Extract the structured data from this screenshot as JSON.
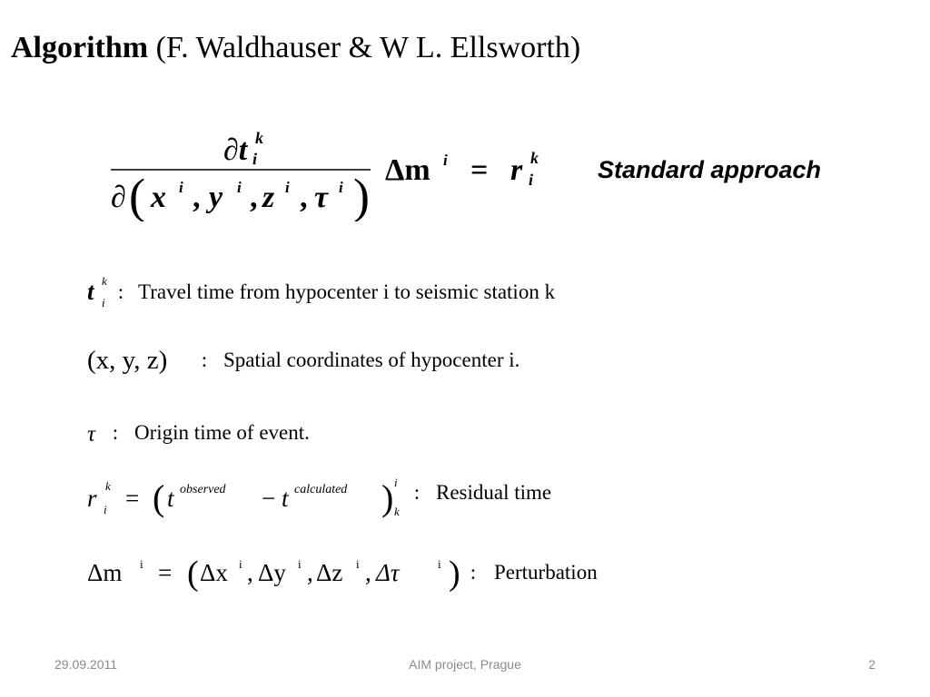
{
  "title": {
    "bold": "Algorithm",
    "rest": " (F. Waldhauser & W L. Ellsworth)"
  },
  "main_equation": {
    "numerator": "∂t",
    "num_sup": "k",
    "num_sub": "i",
    "partial": "∂",
    "x": "x",
    "y": "y",
    "z": "z",
    "tau": "τ",
    "i_sup": "i",
    "comma": ",",
    "delta_m": "Δm",
    "equals": "=",
    "r": "r",
    "r_sup": "k",
    "r_sub": "i",
    "label": "Standard approach"
  },
  "definitions": {
    "travel_time": {
      "sym": "t",
      "sup": "k",
      "sub": "i",
      "sep": " :  ",
      "text": "Travel time from hypocenter i to seismic station k"
    },
    "coords": {
      "sym": "(x, y, z)",
      "sep": " :  ",
      "text": "Spatial coordinates of hypocenter i."
    },
    "origin": {
      "sym": "τ",
      "sep": " :  ",
      "text": "Origin time of event."
    },
    "residual": {
      "r": "r",
      "r_sup": "k",
      "r_sub": "i",
      "eq": "=",
      "t": "t",
      "obs": "observed",
      "minus": "−",
      "calc": "calculated",
      "outer_sup": "i",
      "outer_sub": "k",
      "sep": " :  ",
      "text": "Residual time"
    },
    "perturbation": {
      "lhs": "Δm",
      "lhs_sup": "i",
      "eq": "=",
      "dx": "Δx",
      "dy": "Δy",
      "dz": "Δz",
      "dtau": "Δτ",
      "sup": "i",
      "comma": ",",
      "sep": " :  ",
      "text": "Perturbation"
    }
  },
  "footer": {
    "date": "29.09.2011",
    "center": "AIM project, Prague",
    "page": "2"
  }
}
